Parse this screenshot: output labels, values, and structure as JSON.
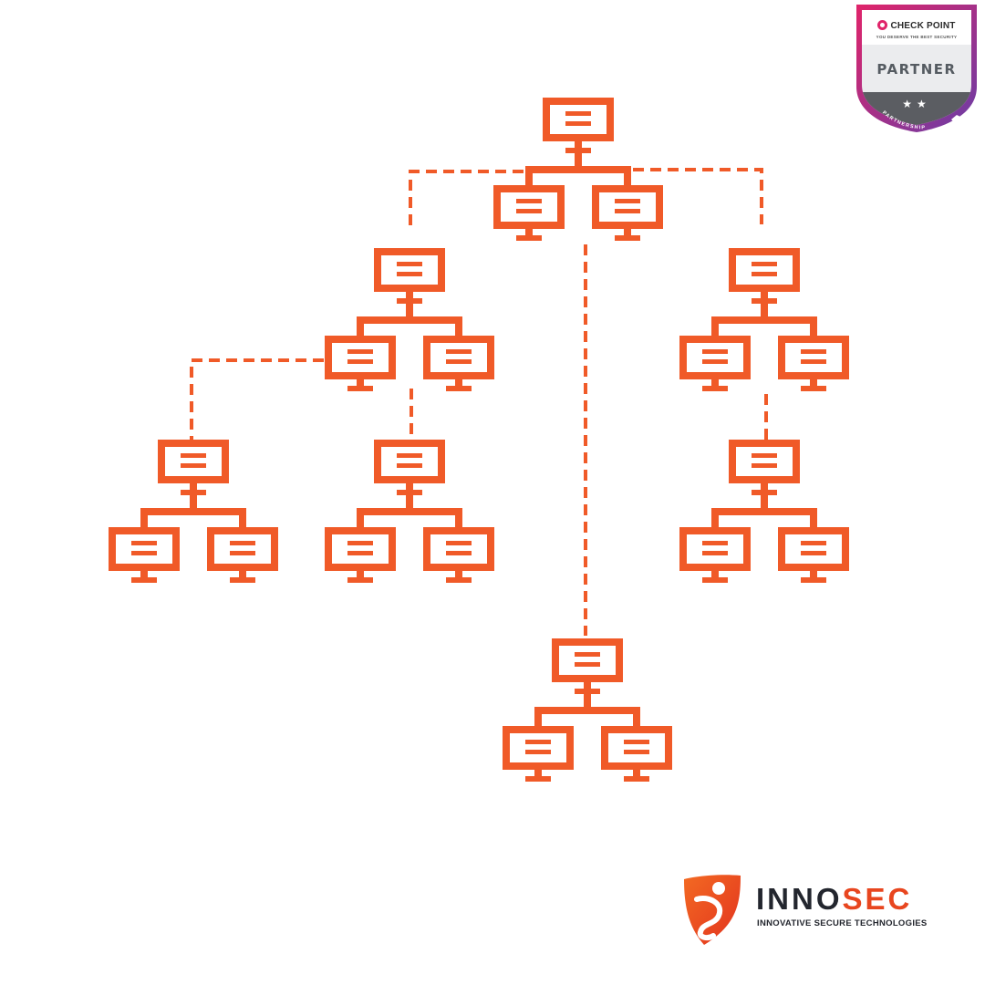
{
  "colors": {
    "accent": "#f05a28",
    "badge_gradient_start": "#e0246a",
    "badge_gradient_end": "#6a3da6",
    "badge_band": "#5b5d62",
    "logo_dark": "#23262e",
    "logo_accent": "#e8461f"
  },
  "diagram": {
    "type": "network-hierarchy",
    "node_icon": "computer-monitor-icon",
    "groups": [
      {
        "id": "root",
        "parent": null
      },
      {
        "id": "upper-left",
        "parent": "root"
      },
      {
        "id": "upper-right",
        "parent": "root"
      },
      {
        "id": "lower-center",
        "parent": "root"
      },
      {
        "id": "left-left",
        "parent": "upper-left"
      },
      {
        "id": "left-center",
        "parent": "upper-left"
      },
      {
        "id": "right-lower",
        "parent": "upper-right"
      }
    ],
    "node_count": 21
  },
  "badge": {
    "brand": "CHECK POINT",
    "tagline": "YOU DESERVE THE BEST SECURITY",
    "level": "PARTNER",
    "arc_text": "PARTNERSHIP",
    "stars": "★★",
    "handshake_icon": "handshake-icon"
  },
  "logo": {
    "word_part1": "INNO",
    "word_part2": "SEC",
    "tagline": "INNOVATIVE SECURE TECHNOLOGIES"
  }
}
